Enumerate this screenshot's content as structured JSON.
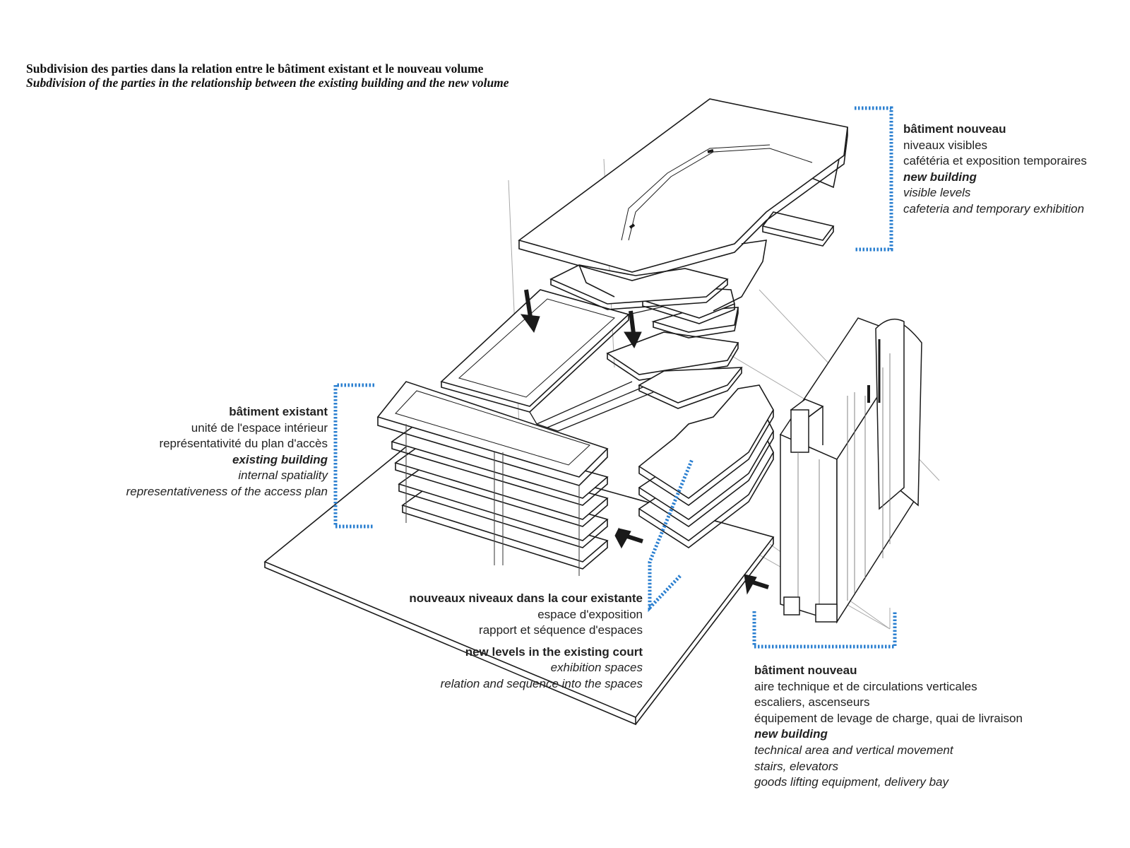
{
  "title": {
    "fr": "Subdivision des parties dans la relation entre le bâtiment existant et le nouveau volume",
    "en": "Subdivision of the parties in the relationship between the existing building and the new volume"
  },
  "annotations": {
    "new_building_top": {
      "heading_fr": "bâtiment nouveau",
      "lines_fr": [
        "niveaux visibles",
        "cafétéria et exposition temporaires"
      ],
      "heading_en": "new building",
      "lines_en": [
        "visible levels",
        "cafeteria and temporary exhibition"
      ]
    },
    "existing_building": {
      "heading_fr": "bâtiment existant",
      "lines_fr": [
        "unité de l'espace intérieur",
        "représentativité du plan d'accès"
      ],
      "heading_en": "existing building",
      "lines_en": [
        "internal spatiality",
        "representativeness of the access plan"
      ]
    },
    "court_levels": {
      "heading_fr": "nouveaux niveaux dans la cour existante",
      "lines_fr": [
        "espace d'exposition",
        "rapport et séquence d'espaces"
      ],
      "heading_en": "new levels in the existing court",
      "lines_en": [
        "exhibition spaces",
        "relation and sequence into the spaces"
      ]
    },
    "new_building_tower": {
      "heading_fr": "bâtiment nouveau",
      "lines_fr": [
        "aire technique et de circulations verticales",
        "escaliers, ascenseurs",
        "équipement de levage de charge, quai de livraison"
      ],
      "heading_en": "new building",
      "lines_en": [
        "technical area and vertical movement",
        "stairs, elevators",
        "goods lifting equipment, delivery bay"
      ]
    }
  },
  "colors": {
    "bracket": "#2a7fd0",
    "line": "#1a1a1a",
    "thin_line": "#9a9a9a",
    "arrow": "#1a1a1a"
  }
}
